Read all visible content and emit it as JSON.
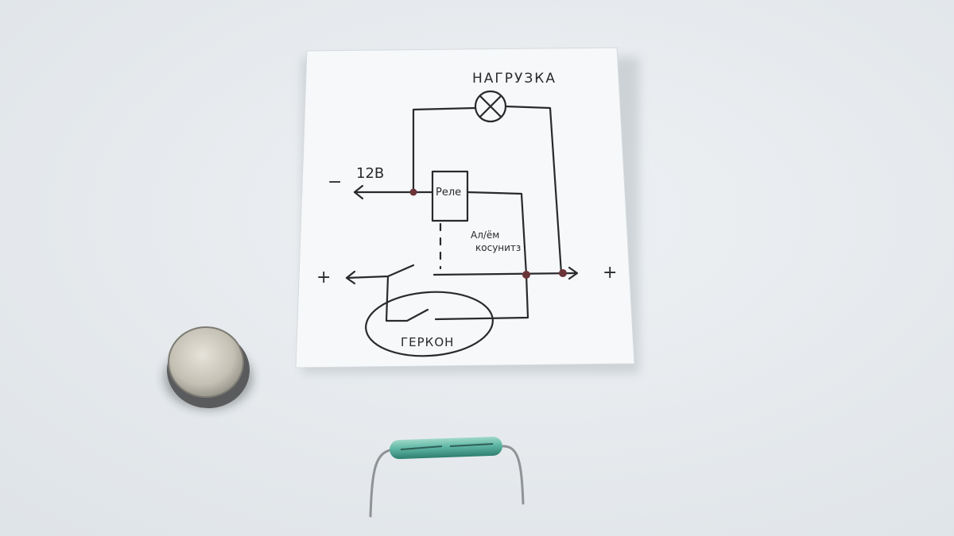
{
  "photo": {
    "colors": {
      "background": "#e9edf0",
      "paper": "#f6f8f9",
      "ink": "#2a2a2c",
      "magnet": "#c9c6bd",
      "reed_glass": "#5fb6a4"
    }
  },
  "sketch": {
    "load_label": "НАГРУЗКА",
    "voltage_label": "12В",
    "minus_sign": "−",
    "relay_label": "Реле",
    "note_line1": "Ал/ём",
    "note_line2": "косунитз",
    "plus_left": "+",
    "plus_right": "+",
    "reed_label": "ГЕРКОН"
  }
}
